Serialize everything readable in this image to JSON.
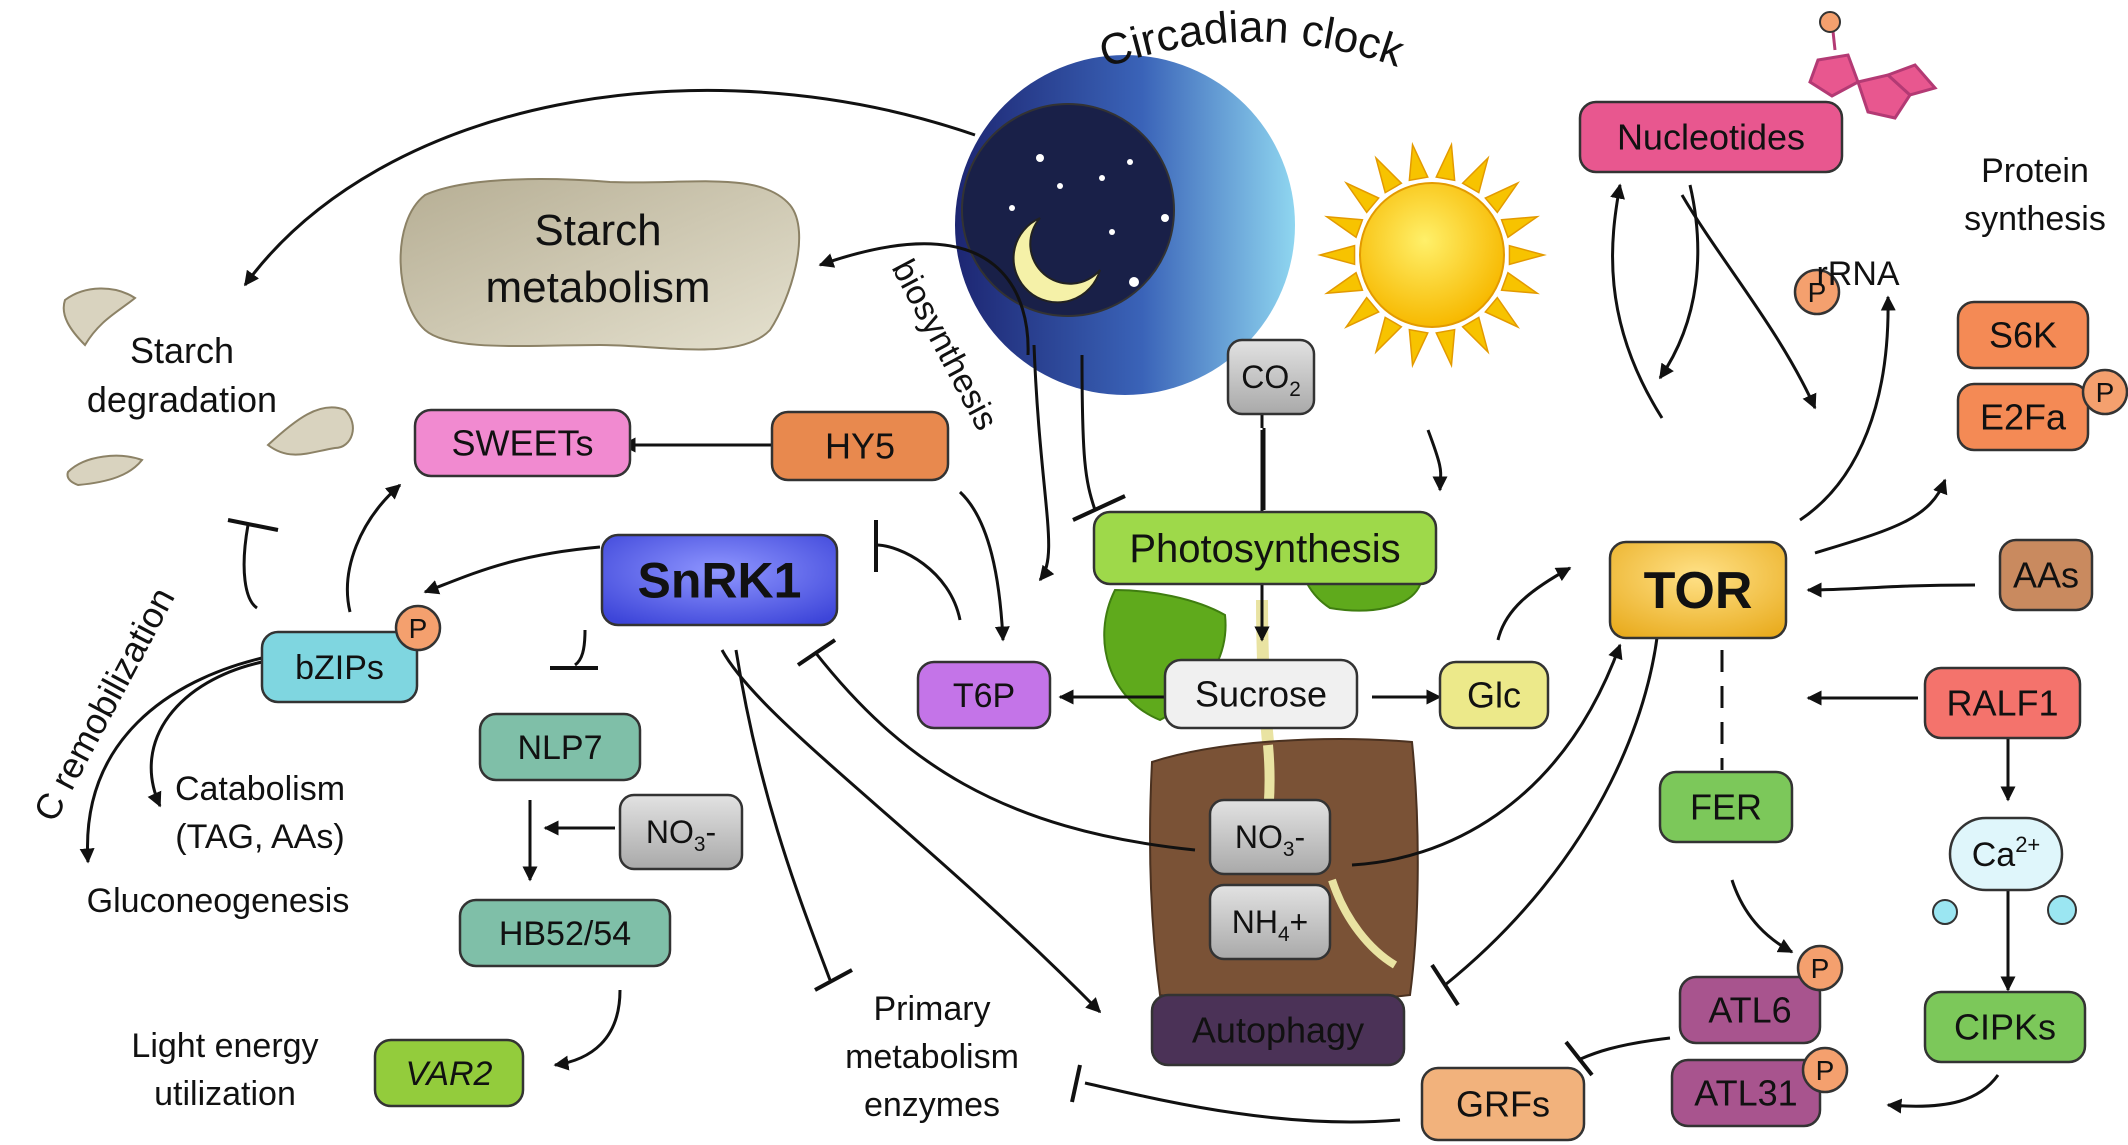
{
  "title_circadian": "Circadian clock",
  "co2": {
    "base": "CO",
    "sub": "2"
  },
  "nodes": {
    "nucleotides": "Nucleotides",
    "sweets": "SWEETs",
    "hy5": "HY5",
    "snrk1": "SnRK1",
    "bzips": "bZIPs",
    "nlp7": "NLP7",
    "hb5254": "HB52/54",
    "var2": "VAR2",
    "t6p": "T6P",
    "photosynthesis": "Photosynthesis",
    "sucrose": "Sucrose",
    "glc": "Glc",
    "tor": "TOR",
    "s6k": "S6K",
    "e2fa": "E2Fa",
    "aas": "AAs",
    "ralf1": "RALF1",
    "fer": "FER",
    "atl6": "ATL6",
    "atl31": "ATL31",
    "grfs": "GRFs",
    "cipks": "CIPKs",
    "autophagy": "Autophagy"
  },
  "no3_box": {
    "base": "NO",
    "sub": "3",
    "suffix": "-"
  },
  "no3_soil": {
    "base": "NO",
    "sub": "3",
    "suffix": "-"
  },
  "nh4_soil": {
    "base": "NH",
    "sub": "4",
    "suffix": "+"
  },
  "ca": {
    "base": "Ca",
    "sup": "2+"
  },
  "phospho": "P",
  "labels": {
    "starch_metabolism_1": "Starch",
    "starch_metabolism_2": "metabolism",
    "starch_degradation_1": "Starch",
    "starch_degradation_2": "degradation",
    "biosynthesis": "biosynthesis",
    "c_remobilization": "C remobilization",
    "catabolism_1": "Catabolism",
    "catabolism_2": "(TAG, AAs)",
    "gluconeogenesis": "Gluconeogenesis",
    "light_energy_1": "Light energy",
    "light_energy_2": "utilization",
    "primary_1": "Primary",
    "primary_2": "metabolism",
    "primary_3": "enzymes",
    "rrna": "rRNA",
    "protein_1": "Protein",
    "protein_2": "synthesis"
  },
  "colors": {
    "nucleotides": "#e8578f",
    "sweets": "#f18ad0",
    "hy5": "#e8894e",
    "snrk1": "#5b63f0",
    "bzips": "#7fd6e0",
    "nlp7": "#7fbfa8",
    "hb5254": "#7fbfa8",
    "var2": "#93cc3c",
    "t6p": "#c474e8",
    "photosynthesis": "#9ed94a",
    "sucrose": "#f0f0f0",
    "glc": "#ece98a",
    "tor": "#f2c23c",
    "s6k": "#f48a55",
    "e2fa": "#f48a55",
    "aas": "#c98a5f",
    "ralf1": "#f4736c",
    "fer": "#7cc85a",
    "atl6": "#a8548e",
    "atl31": "#a8548e",
    "grfs": "#f2b27c",
    "cipks": "#7cc85a",
    "autophagy": "#4b3257",
    "phospho": "#f4a06e",
    "grey_box": "#c8c8c8",
    "soil": "#7a5236"
  }
}
